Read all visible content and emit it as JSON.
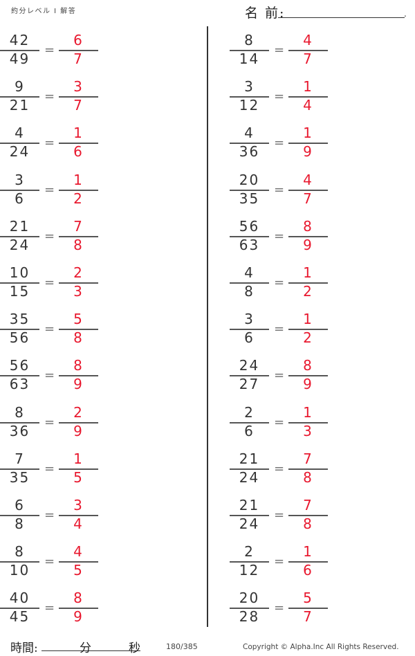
{
  "header": {
    "title": "約分レベル I 解答",
    "name_label": "名 前:",
    "name_end": "."
  },
  "colors": {
    "answer": "#e8182e",
    "text": "#333333",
    "rule": "#555555"
  },
  "left_column": [
    {
      "num": "42",
      "den": "49",
      "ans_num": "6",
      "ans_den": "7"
    },
    {
      "num": "9",
      "den": "21",
      "ans_num": "3",
      "ans_den": "7"
    },
    {
      "num": "4",
      "den": "24",
      "ans_num": "1",
      "ans_den": "6"
    },
    {
      "num": "3",
      "den": "6",
      "ans_num": "1",
      "ans_den": "2"
    },
    {
      "num": "21",
      "den": "24",
      "ans_num": "7",
      "ans_den": "8"
    },
    {
      "num": "10",
      "den": "15",
      "ans_num": "2",
      "ans_den": "3"
    },
    {
      "num": "35",
      "den": "56",
      "ans_num": "5",
      "ans_den": "8"
    },
    {
      "num": "56",
      "den": "63",
      "ans_num": "8",
      "ans_den": "9"
    },
    {
      "num": "8",
      "den": "36",
      "ans_num": "2",
      "ans_den": "9"
    },
    {
      "num": "7",
      "den": "35",
      "ans_num": "1",
      "ans_den": "5"
    },
    {
      "num": "6",
      "den": "8",
      "ans_num": "3",
      "ans_den": "4"
    },
    {
      "num": "8",
      "den": "10",
      "ans_num": "4",
      "ans_den": "5"
    },
    {
      "num": "40",
      "den": "45",
      "ans_num": "8",
      "ans_den": "9"
    }
  ],
  "right_column": [
    {
      "num": "8",
      "den": "14",
      "ans_num": "4",
      "ans_den": "7"
    },
    {
      "num": "3",
      "den": "12",
      "ans_num": "1",
      "ans_den": "4"
    },
    {
      "num": "4",
      "den": "36",
      "ans_num": "1",
      "ans_den": "9"
    },
    {
      "num": "20",
      "den": "35",
      "ans_num": "4",
      "ans_den": "7"
    },
    {
      "num": "56",
      "den": "63",
      "ans_num": "8",
      "ans_den": "9"
    },
    {
      "num": "4",
      "den": "8",
      "ans_num": "1",
      "ans_den": "2"
    },
    {
      "num": "3",
      "den": "6",
      "ans_num": "1",
      "ans_den": "2"
    },
    {
      "num": "24",
      "den": "27",
      "ans_num": "8",
      "ans_den": "9"
    },
    {
      "num": "2",
      "den": "6",
      "ans_num": "1",
      "ans_den": "3"
    },
    {
      "num": "21",
      "den": "24",
      "ans_num": "7",
      "ans_den": "8"
    },
    {
      "num": "21",
      "den": "24",
      "ans_num": "7",
      "ans_den": "8"
    },
    {
      "num": "2",
      "den": "12",
      "ans_num": "1",
      "ans_den": "6"
    },
    {
      "num": "20",
      "den": "28",
      "ans_num": "5",
      "ans_den": "7"
    }
  ],
  "equals_sign": "=",
  "footer": {
    "time_label": "時間:",
    "minutes_label": "分",
    "seconds_label": "秒",
    "page": "180/385",
    "copyright": "Copyright ©  Alpha.Inc All Rights Reserved."
  }
}
